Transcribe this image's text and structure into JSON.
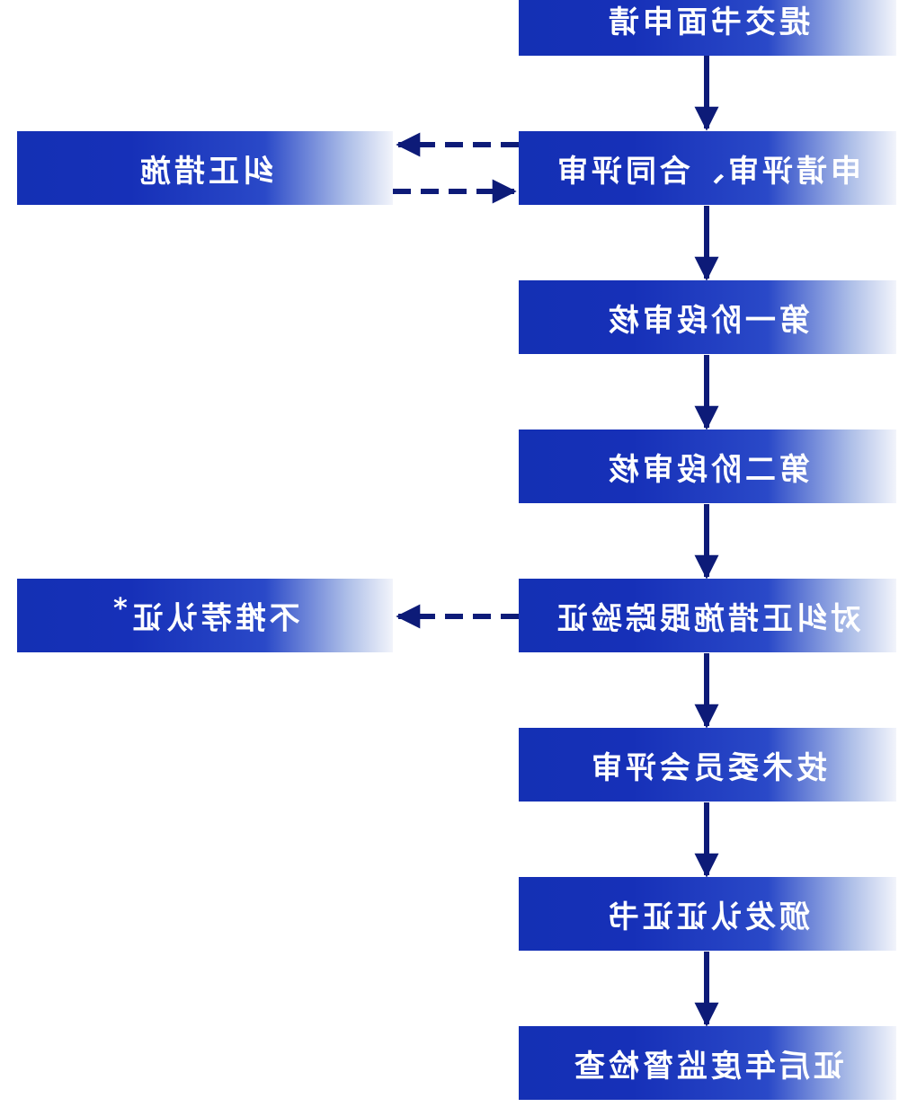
{
  "main_steps": [
    "提交书面申请",
    "申请评审、合同评审",
    "第一阶段审核",
    "第二阶段审核",
    "对纠正措施跟踪验证",
    "技术委员会评审",
    "颁发认证证书",
    "证后年度监督检查"
  ],
  "side_boxes": {
    "corrective_measures": "纠正措施",
    "not_recommended": "不推荐认证",
    "not_recommended_asterisk": "*"
  },
  "colors": {
    "box_dark": "#1430b4",
    "box_light": "#f2f4fb",
    "arrow": "#0d1b78"
  }
}
